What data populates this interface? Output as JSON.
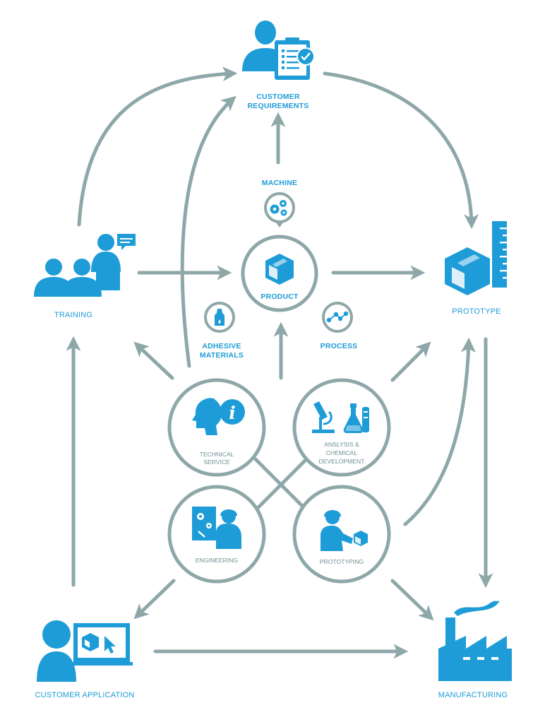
{
  "colors": {
    "arrow": "#8ea7a9",
    "icon_blue": "#1e9cd7",
    "text_blue": "#1e9cd7",
    "ring": "#8ea7a9"
  },
  "nodes": {
    "customer_requirements": {
      "line1": "CUSTOMER",
      "line2": "REQUIREMENTS",
      "icon": "person-clipboard-icon"
    },
    "training": {
      "label": "TRAINING",
      "icon": "training-audience-icon"
    },
    "prototype": {
      "label": "PROTOTYPE",
      "icon": "cube-ruler-icon"
    },
    "customer_application": {
      "label": "CUSTOMER APPLICATION",
      "icon": "person-computer-icon"
    },
    "manufacturing": {
      "label": "MANUFACTURING",
      "icon": "factory-icon"
    },
    "product": {
      "label": "PRODUCT",
      "icon": "cube-icon"
    },
    "machine": {
      "label": "MACHINE",
      "icon": "gears-icon"
    },
    "adhesive_materials": {
      "line1": "ADHESIVE",
      "line2": "MATERIALS",
      "icon": "glue-bottle-icon"
    },
    "process": {
      "label": "PROCESS",
      "icon": "process-nodes-icon"
    }
  },
  "services": {
    "technical_service": {
      "line1": "TECHNICAL",
      "line2": "SERVICE",
      "icon": "headset-info-icon"
    },
    "analysis": {
      "line1": "ANSLYSIS &",
      "line2": "CHEMICAL",
      "line3": "DEVELOPMENT",
      "icon": "microscope-flask-icon"
    },
    "engineering": {
      "label": "ENGINEERING",
      "icon": "engineer-gears-icon"
    },
    "prototyping": {
      "label": "PROTOTYPING",
      "icon": "worker-cube-icon"
    }
  }
}
